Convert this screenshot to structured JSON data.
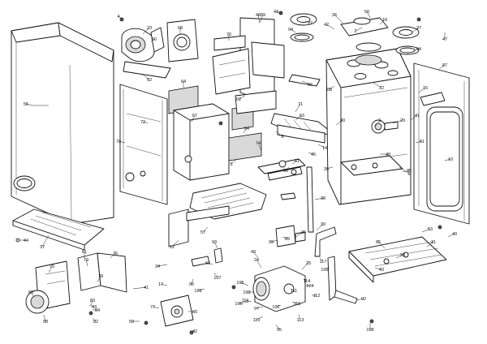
{
  "diagram": {
    "type": "exploded-parts-diagram",
    "callouts": [
      {
        "id": "c1",
        "text": "1"
      },
      {
        "id": "c2",
        "text": "2"
      },
      {
        "id": "c4",
        "text": "4"
      },
      {
        "id": "c5",
        "text": "5"
      },
      {
        "id": "c6",
        "text": "6"
      },
      {
        "id": "c8",
        "text": "8"
      },
      {
        "id": "c10",
        "text": "10"
      },
      {
        "id": "c12",
        "text": "12"
      },
      {
        "id": "c14",
        "text": "14"
      },
      {
        "id": "c15",
        "text": "15"
      },
      {
        "id": "c17",
        "text": "17"
      },
      {
        "id": "c19",
        "text": "19"
      },
      {
        "id": "c22",
        "text": "22"
      },
      {
        "id": "c23",
        "text": "23"
      },
      {
        "id": "c24",
        "text": "24"
      },
      {
        "id": "c25",
        "text": "25"
      },
      {
        "id": "c26",
        "text": "26"
      },
      {
        "id": "c27a",
        "text": "27"
      },
      {
        "id": "c27b",
        "text": "27"
      },
      {
        "id": "c28",
        "text": "28"
      },
      {
        "id": "c29",
        "text": "29"
      },
      {
        "id": "c30",
        "text": "30"
      },
      {
        "id": "c31",
        "text": "31"
      },
      {
        "id": "c33",
        "text": "33"
      },
      {
        "id": "c34",
        "text": "34"
      },
      {
        "id": "c35",
        "text": "35"
      },
      {
        "id": "c36",
        "text": "36"
      },
      {
        "id": "c37",
        "text": "37"
      },
      {
        "id": "c38",
        "text": "38"
      },
      {
        "id": "c39",
        "text": "39"
      },
      {
        "id": "c40",
        "text": "40"
      },
      {
        "id": "c41a",
        "text": "41"
      },
      {
        "id": "c41b",
        "text": "41"
      },
      {
        "id": "c42a",
        "text": "42"
      },
      {
        "id": "c42b",
        "text": "42"
      },
      {
        "id": "c43a",
        "text": "43"
      },
      {
        "id": "c43b",
        "text": "43"
      },
      {
        "id": "c43c",
        "text": "43"
      },
      {
        "id": "c43d",
        "text": "43"
      },
      {
        "id": "c44",
        "text": "44"
      },
      {
        "id": "c45",
        "text": "45"
      },
      {
        "id": "c47",
        "text": "47"
      },
      {
        "id": "c48",
        "text": "48"
      },
      {
        "id": "c49",
        "text": "49"
      },
      {
        "id": "c50",
        "text": "50"
      },
      {
        "id": "c51",
        "text": "51"
      },
      {
        "id": "c52",
        "text": "52"
      },
      {
        "id": "c53",
        "text": "53"
      },
      {
        "id": "c55",
        "text": "55"
      },
      {
        "id": "c56",
        "text": "56"
      },
      {
        "id": "c57",
        "text": "57"
      },
      {
        "id": "c58",
        "text": "58"
      },
      {
        "id": "c59",
        "text": "59"
      },
      {
        "id": "c60",
        "text": "60"
      },
      {
        "id": "c61",
        "text": "61"
      },
      {
        "id": "c62",
        "text": "62"
      },
      {
        "id": "c63",
        "text": "63"
      },
      {
        "id": "c64a",
        "text": "64"
      },
      {
        "id": "c64b",
        "text": "64"
      },
      {
        "id": "c66",
        "text": "66"
      },
      {
        "id": "c67",
        "text": "67"
      },
      {
        "id": "c68",
        "text": "68"
      },
      {
        "id": "c69",
        "text": "69"
      },
      {
        "id": "c70",
        "text": "70"
      },
      {
        "id": "c71",
        "text": "71"
      },
      {
        "id": "c72",
        "text": "72"
      },
      {
        "id": "c73",
        "text": "73"
      },
      {
        "id": "c74",
        "text": "74"
      },
      {
        "id": "c75",
        "text": "75"
      },
      {
        "id": "c76",
        "text": "76"
      },
      {
        "id": "c77",
        "text": "77"
      },
      {
        "id": "c78",
        "text": "78"
      },
      {
        "id": "c79",
        "text": "79"
      },
      {
        "id": "c80",
        "text": "80"
      },
      {
        "id": "c81",
        "text": "81"
      },
      {
        "id": "c82",
        "text": "82"
      },
      {
        "id": "c83",
        "text": "83"
      },
      {
        "id": "c84",
        "text": "84"
      },
      {
        "id": "c85",
        "text": "85"
      },
      {
        "id": "c87",
        "text": "87"
      },
      {
        "id": "c88",
        "text": "88"
      },
      {
        "id": "c89",
        "text": "89"
      },
      {
        "id": "c91",
        "text": "91"
      },
      {
        "id": "c92",
        "text": "92"
      },
      {
        "id": "c93",
        "text": "93"
      },
      {
        "id": "c94a",
        "text": "94"
      },
      {
        "id": "c94b",
        "text": "94"
      },
      {
        "id": "c95",
        "text": "95"
      },
      {
        "id": "c96",
        "text": "96"
      },
      {
        "id": "c97",
        "text": "97"
      },
      {
        "id": "c98",
        "text": "98"
      },
      {
        "id": "c99",
        "text": "99"
      },
      {
        "id": "c101",
        "text": "101"
      },
      {
        "id": "c102",
        "text": "102"
      },
      {
        "id": "c103",
        "text": "103"
      },
      {
        "id": "c104",
        "text": "104"
      },
      {
        "id": "c105",
        "text": "105"
      },
      {
        "id": "c106",
        "text": "106"
      },
      {
        "id": "c107",
        "text": "107"
      },
      {
        "id": "c108",
        "text": "108"
      },
      {
        "id": "c109",
        "text": "109"
      },
      {
        "id": "c110",
        "text": "110"
      },
      {
        "id": "c111",
        "text": "111"
      },
      {
        "id": "c112",
        "text": "112"
      },
      {
        "id": "c113",
        "text": "113"
      },
      {
        "id": "c114",
        "text": "114"
      },
      {
        "id": "c115",
        "text": "115"
      },
      {
        "id": "c116",
        "text": "116"
      },
      {
        "id": "c117",
        "text": "117"
      }
    ]
  }
}
